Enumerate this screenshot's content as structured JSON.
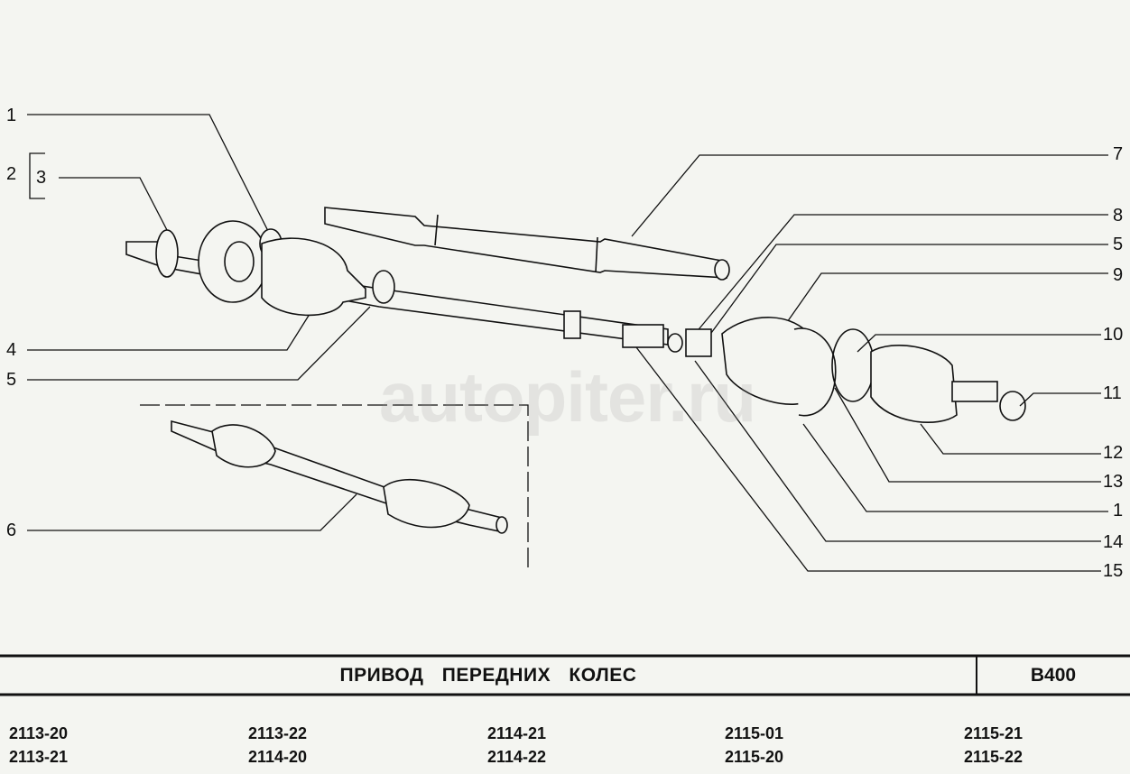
{
  "callouts_left": [
    "1",
    "2",
    "3",
    "4",
    "5",
    "6"
  ],
  "callouts_right": [
    "7",
    "8",
    "5",
    "9",
    "10",
    "11",
    "12",
    "13",
    "1",
    "14",
    "15"
  ],
  "watermark": "autopiter.ru",
  "title": "ПРИВОД ПЕРЕДНИХ КОЛЕС",
  "code": "B400",
  "models": [
    [
      "2113-20",
      "2113-21"
    ],
    [
      "2113-22",
      "2114-20"
    ],
    [
      "2114-21",
      "2114-22"
    ],
    [
      "2115-01",
      "2115-20"
    ],
    [
      "2115-21",
      "2115-22"
    ]
  ]
}
